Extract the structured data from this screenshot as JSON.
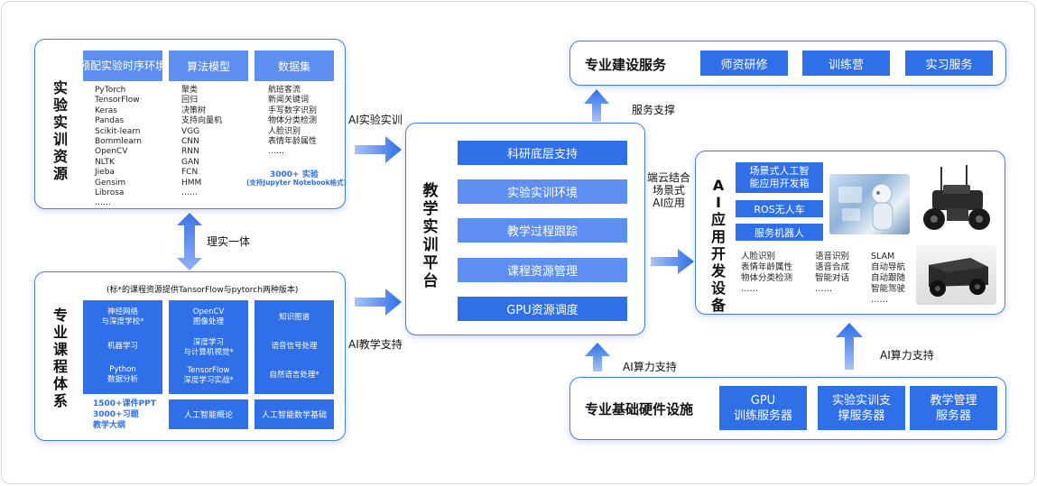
{
  "resource": {
    "title": "实验实训资源",
    "headers": [
      "预配实验时序环境",
      "算法模型",
      "数据集"
    ],
    "env_list": [
      "PyTorch",
      "TensorFlow",
      "Keras",
      "Pandas",
      "Scikit-learn",
      "Bommlearn",
      "OpenCV",
      "NLTK",
      "Jieba",
      "Gensim",
      "Librosa",
      "……"
    ],
    "algo_list": [
      "聚类",
      "回归",
      "决策树",
      "支持向量机",
      "VGG",
      "CNN",
      "RNN",
      "GAN",
      "FCN",
      "HMM",
      "……"
    ],
    "dataset_list": [
      "航班客流",
      "新闻关键词",
      "手写数字识别",
      "物体分类检测",
      "人脸识别",
      "表情年龄属性",
      "……"
    ],
    "dataset_count": "3000+ 实验",
    "dataset_note": "(支持Jupyter Notebook格式)"
  },
  "curriculum": {
    "title": "专业课程体系",
    "note": "(标*的课程资源提供TansorFlow与pytorch两种版本)",
    "col1": [
      "神经网络\n与深度学校*",
      "机器学习",
      "Python\n数据分析"
    ],
    "col2": [
      "OpenCV\n图像处理",
      "深度学习\n与计算机视觉*",
      "TensorFlow\n深度学习实战*"
    ],
    "col3": [
      "知识图谱",
      "语音信号处理",
      "自然语言处理*"
    ],
    "stats": "1500+课件PPT\n3000+习题\n教学大纲",
    "chip2": "人工智能概论",
    "chip3": "人工智能数学基础"
  },
  "links": {
    "theory_practice": "理实一体",
    "ai_lab": "AI实验实训",
    "ai_teaching": "AI教学支持",
    "service_support": "服务支撑",
    "cloud_edge": "端云结合\n场景式\nAI应用",
    "compute1": "AI算力支持",
    "compute2": "AI算力支持"
  },
  "platform": {
    "title": "教学实训平台",
    "items": [
      "科研底层支持",
      "实验实训环境",
      "教学过程跟踪",
      "课程资源管理",
      "GPU资源调度"
    ]
  },
  "services": {
    "title": "专业建设服务",
    "items": [
      "师资研修",
      "训练营",
      "实习服务"
    ]
  },
  "devices": {
    "title": "AI应用开发设备",
    "chips": [
      "场景式人工智\n能应用开发箱",
      "ROS无人车",
      "服务机器人"
    ],
    "col1": [
      "人脸识别",
      "表情年龄属性",
      "物体分类检测",
      "……"
    ],
    "col2": [
      "语音识别",
      "语音合成",
      "智能对话",
      "……"
    ],
    "col3": [
      "SLAM",
      "自动导航",
      "自动跟随",
      "智能驾驶",
      "……"
    ]
  },
  "hardware": {
    "title": "专业基础硬件设施",
    "items": [
      "GPU\n训练服务器",
      "实验实训支\n撑服务器",
      "教学管理\n服务器"
    ]
  },
  "colors": {
    "accent": "#2f6fe8",
    "light": "#5d8ff0",
    "border": "#4a7de0"
  }
}
